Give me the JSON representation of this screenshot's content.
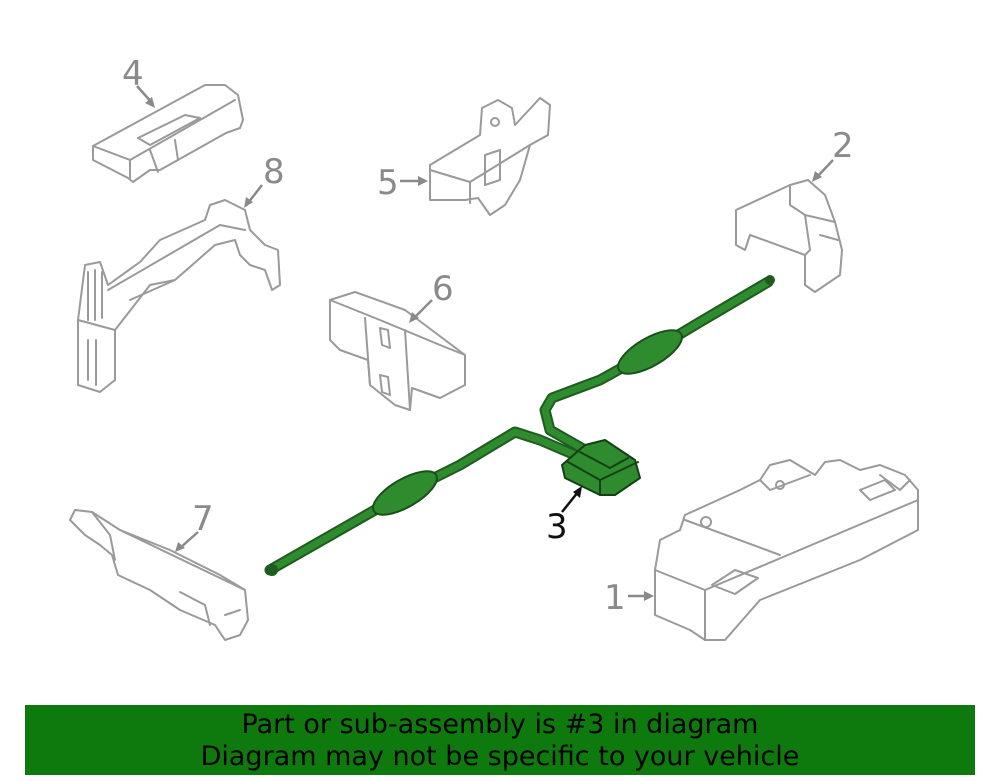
{
  "callouts": {
    "c1": "1",
    "c2": "2",
    "c3": "3",
    "c4": "4",
    "c5": "5",
    "c6": "6",
    "c7": "7",
    "c8": "8"
  },
  "highlighted_part": "3",
  "colors": {
    "banner": "#0e7a0e",
    "highlight_part": "#2e8b2e",
    "outline": "#9a9a9a"
  },
  "banner": {
    "line1": "Part or sub-assembly is #3 in diagram",
    "line2": "Diagram may not be specific to your vehicle"
  }
}
